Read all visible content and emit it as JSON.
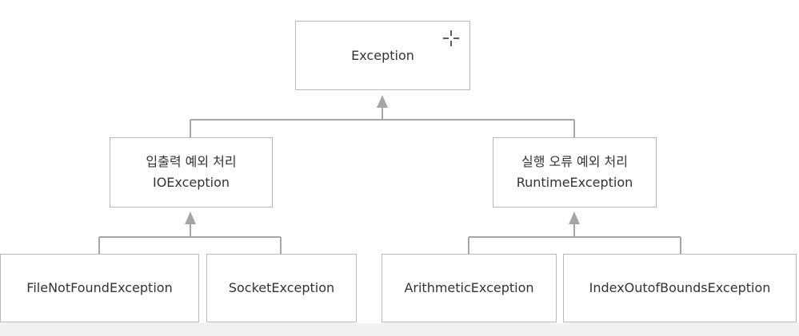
{
  "diagram": {
    "root": {
      "label": "Exception"
    },
    "io": {
      "category": "입출력 예외 처리",
      "label": "IOException"
    },
    "runtime": {
      "category": "실행 오류 예외 처리",
      "label": "RuntimeException"
    },
    "leaves": {
      "file_not_found": "FileNotFoundException",
      "socket": "SocketException",
      "arithmetic": "ArithmeticException",
      "index_out_of_bounds": "IndexOutofBoundsException"
    }
  },
  "colors": {
    "connector": "#a6a6a6",
    "border": "#b9b9b9",
    "text": "#333333"
  },
  "icons": {
    "cursor": "crosshair-cursor-icon"
  }
}
